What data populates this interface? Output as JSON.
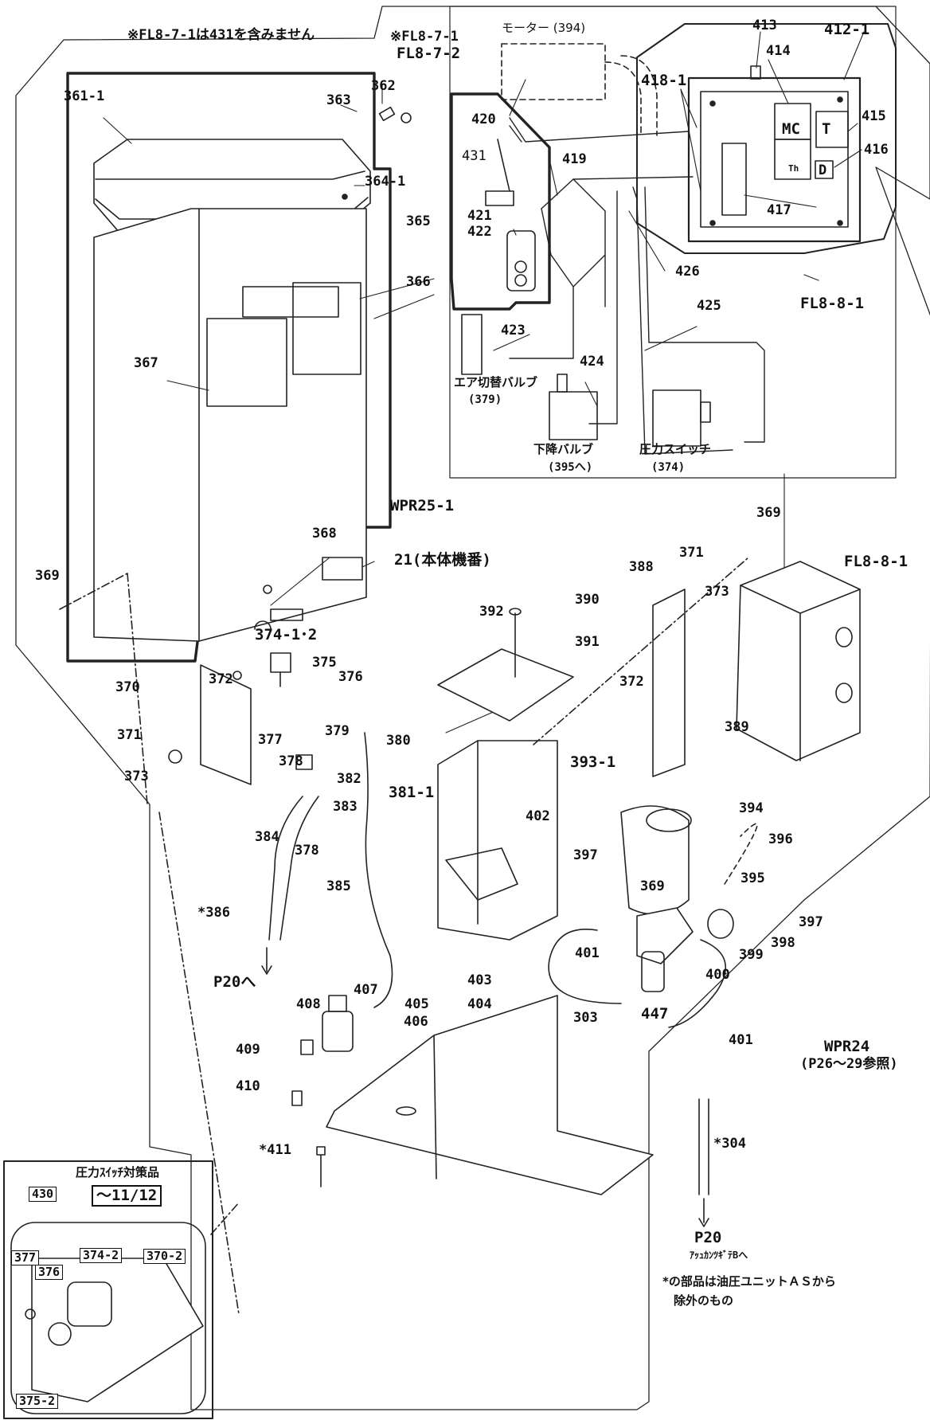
{
  "notes": {
    "top_left": "※FL8-7-1は431を含みません",
    "wpr24_label": "WPR24",
    "wpr24_ref": "(P26～29参照)",
    "excluded_1": "*の部品は油圧ユニットＡＳから",
    "excluded_2": "除外のもの"
  },
  "groups": {
    "fl871": "※FL8-7-1",
    "fl872": "FL8-7-2",
    "fl881_top": "FL8-8-1",
    "fl881_box": "FL8-8-1",
    "wpr251": "WPR25-1",
    "serial": "21(本体機番)"
  },
  "wiring": {
    "motor": "モーター (394)",
    "air_valve": "エア切替バルブ",
    "air_valve_ref": "(379)",
    "down_valve": "下降バルブ",
    "down_valve_ref": "(395へ)",
    "pressure_switch": "圧力スイッチ",
    "pressure_switch_ref": "(374)",
    "mc": "MC",
    "th": "Th",
    "t": "T",
    "d": "D"
  },
  "destinations": {
    "p20_left": "P20へ",
    "p20_right": "P20",
    "p20_right_sub": "ｱｯｭｶﾝﾂｷﾞﾃBへ"
  },
  "inset": {
    "title": "圧力ｽｲｯﾁ対策品",
    "date": "～11/12",
    "labels": [
      "430",
      "377",
      "376",
      "374-2",
      "370-2",
      "375-2"
    ]
  },
  "part_numbers": [
    "361-1",
    "362",
    "363",
    "364-1",
    "365",
    "366",
    "367",
    "368",
    "369",
    "369",
    "369",
    "370",
    "371",
    "371",
    "372",
    "372",
    "373",
    "373",
    "374-1･2",
    "375",
    "376",
    "377",
    "378",
    "378",
    "379",
    "380",
    "381-1",
    "382",
    "383",
    "384",
    "385",
    "*386",
    "388",
    "389",
    "390",
    "391",
    "392",
    "393-1",
    "394",
    "395",
    "396",
    "397",
    "397",
    "398",
    "399",
    "400",
    "401",
    "401",
    "402",
    "403",
    "404",
    "405",
    "406",
    "407",
    "408",
    "409",
    "410",
    "*411",
    "412-1",
    "413",
    "414",
    "415",
    "416",
    "417",
    "418-1",
    "419",
    "420",
    "421",
    "422",
    "423",
    "424",
    "425",
    "426",
    "431",
    "447",
    "303",
    "*304"
  ]
}
